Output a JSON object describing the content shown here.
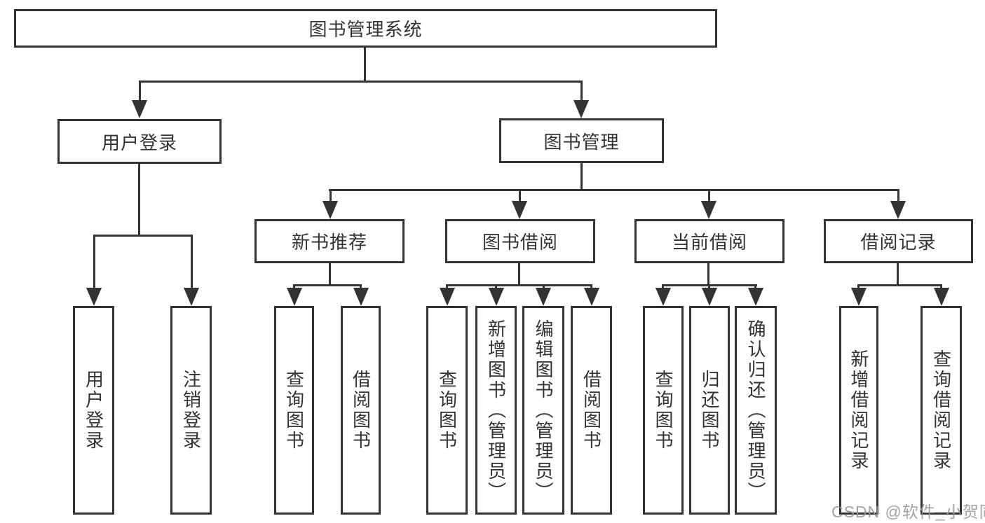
{
  "diagram": {
    "nodes": {
      "root": "图书管理系统",
      "user_login": "用户登录",
      "book_management": "图书管理",
      "new_book_recommend": "新书推荐",
      "book_borrow": "图书借阅",
      "current_borrow": "当前借阅",
      "borrow_record": "借阅记录"
    },
    "leaves": {
      "user_login": [
        "用户登录",
        "注销登录"
      ],
      "new_book_recommend": [
        "查询图书",
        "借阅图书"
      ],
      "book_borrow": [
        "查询图书",
        "新增图书（管理员）",
        "编辑图书（管理员）",
        "借阅图书"
      ],
      "current_borrow": [
        "查询图书",
        "归还图书",
        "确认归还（管理员）"
      ],
      "borrow_record": [
        "新增借阅记录",
        "查询借阅记录"
      ]
    },
    "watermark": "CSDN @软件_小贺同学",
    "colors": {
      "line": "#333333",
      "box_border": "#333333",
      "box_background": "#ffffff",
      "text": "#333333",
      "watermark_text": "#969696",
      "page_background": "#ffffff"
    }
  }
}
